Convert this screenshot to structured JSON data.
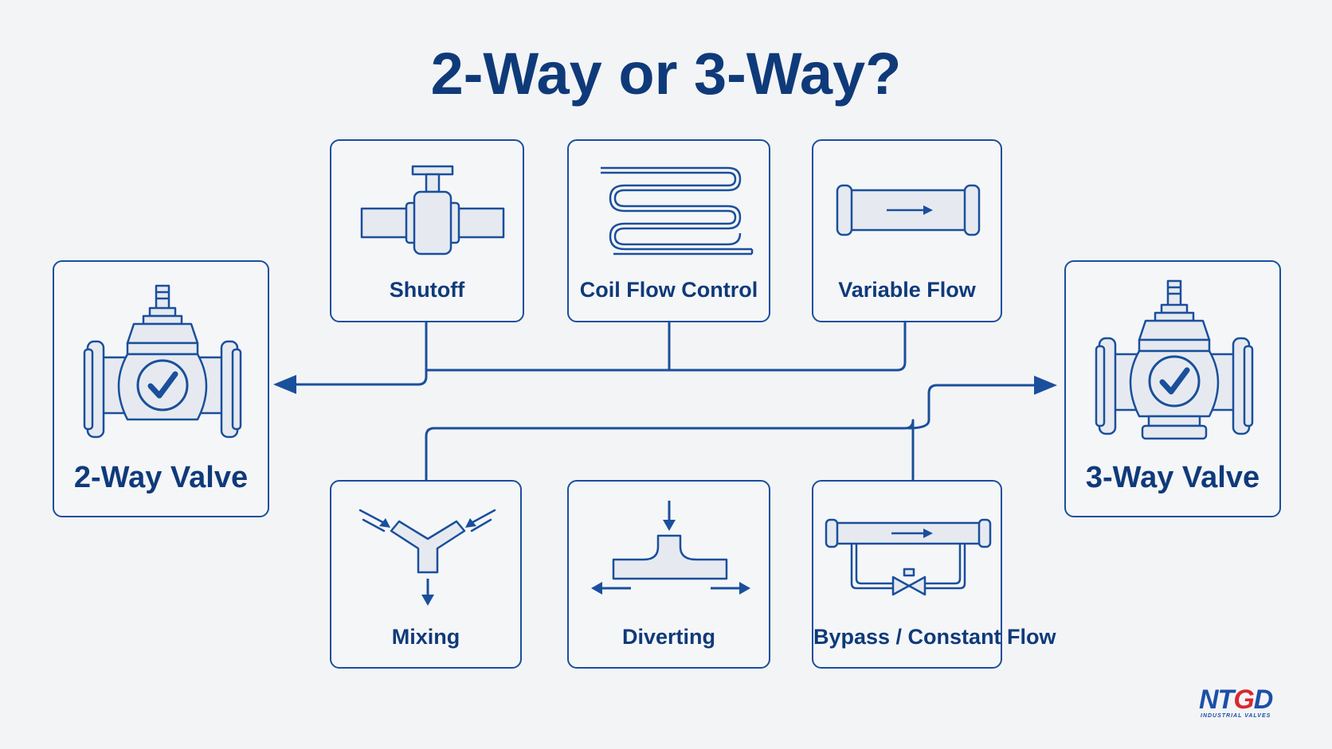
{
  "title": "2-Way or 3-Way?",
  "two_way": {
    "label": "2-Way Valve",
    "icon": "two-way-valve-icon",
    "uses": [
      {
        "label": "Shutoff",
        "icon": "shutoff-valve-icon"
      },
      {
        "label": "Coil Flow Control",
        "icon": "coil-icon"
      },
      {
        "label": "Variable Flow",
        "icon": "pipe-flow-icon"
      }
    ]
  },
  "three_way": {
    "label": "3-Way Valve",
    "icon": "three-way-valve-icon",
    "uses": [
      {
        "label": "Mixing",
        "icon": "mixing-icon"
      },
      {
        "label": "Diverting",
        "icon": "diverting-icon"
      },
      {
        "label": "Bypass / Constant Flow",
        "icon": "bypass-icon"
      }
    ]
  },
  "logo": {
    "brand_prefix": "NT",
    "brand_red": "G",
    "brand_suffix": "D",
    "tagline": "INDUSTRIAL VALVES"
  },
  "colors": {
    "primary": "#1a4f9c",
    "title": "#0f3a7a",
    "background": "#f3f4f6",
    "logo_red": "#d8282f"
  }
}
